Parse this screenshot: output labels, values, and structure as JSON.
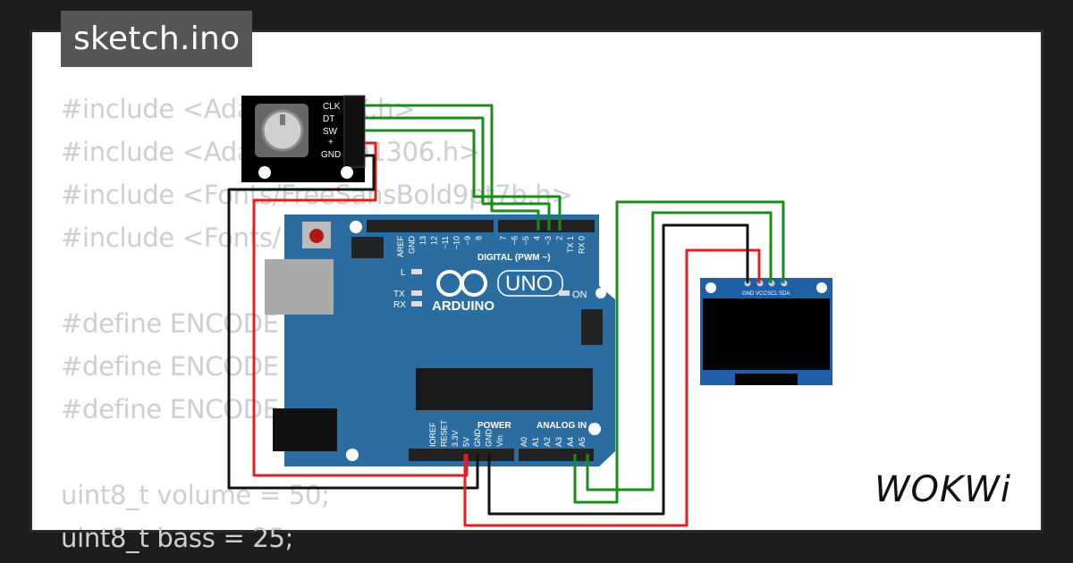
{
  "file": {
    "name": "sketch.ino"
  },
  "code": {
    "lines": [
      "#include <Adafruit_GFX.h>",
      "#include <Adafruit_SSD1306.h>",
      "#include <Fonts/FreeSansBold9pt7b.h>",
      "#include <Fonts/",
      "",
      "#define ENCODE",
      "#define ENCODE",
      "#define ENCODE",
      "",
      "uint8_t volume = 50;",
      "uint8_t bass = 25;"
    ]
  },
  "encoder": {
    "pins": [
      "CLK",
      "DT",
      "SW",
      "+",
      "GND"
    ]
  },
  "arduino": {
    "brand": "ARDUINO",
    "model": "UNO",
    "on_label": "ON",
    "l_label": "L",
    "tx_label": "TX",
    "rx_label": "RX",
    "digital_label": "DIGITAL (PWM ~)",
    "power_label": "POWER",
    "analog_label": "ANALOG IN",
    "top_pins_left": [
      "AREF",
      "GND",
      "13",
      "12",
      "~11",
      "~10",
      "~9",
      "8"
    ],
    "top_pins_right": [
      "7",
      "~6",
      "~5",
      "4",
      "~3",
      "2",
      "TX 1",
      "RX 0"
    ],
    "power_pins": [
      "IOREF",
      "RESET",
      "3.3V",
      "5V",
      "GND",
      "GND",
      "Vin"
    ],
    "analog_pins": [
      "A0",
      "A1",
      "A2",
      "A3",
      "A4",
      "A5"
    ]
  },
  "oled": {
    "pins": [
      "GND",
      "VCC",
      "SCL",
      "SDA"
    ]
  },
  "wire_colors": {
    "green": "#1a8c1a",
    "red": "#e02020",
    "black": "#111111"
  },
  "brand": {
    "logo": "WOKWi"
  }
}
